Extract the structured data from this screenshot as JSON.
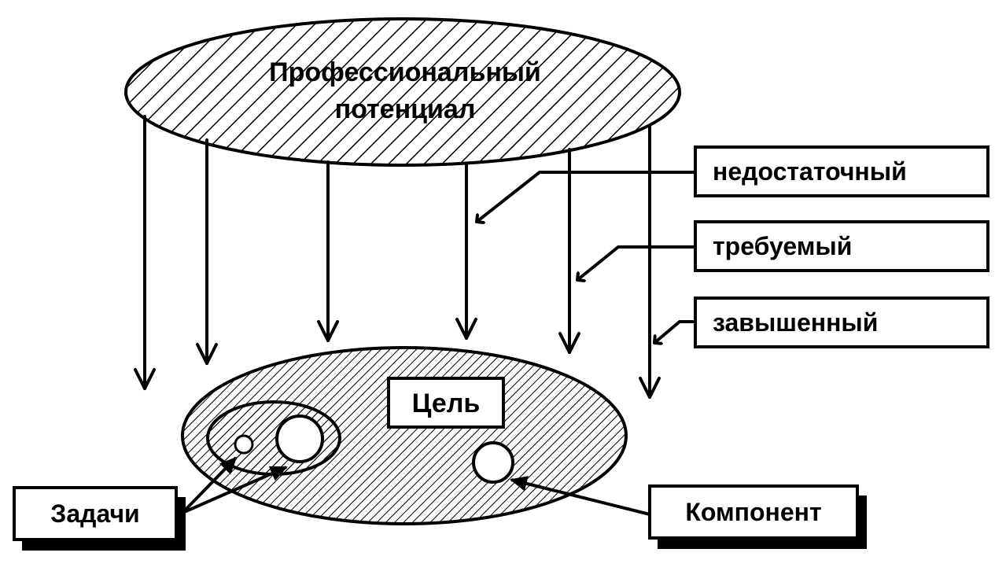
{
  "top_ellipse": {
    "line1": "Профессиональный",
    "line2": "потенциал"
  },
  "labels": {
    "insufficient": "недостаточный",
    "required": "требуемый",
    "excessive": "завышенный",
    "goal": "Цель",
    "tasks": "Задачи",
    "component": "Компонент"
  },
  "colors": {
    "ink": "#000000",
    "paper": "#ffffff"
  }
}
